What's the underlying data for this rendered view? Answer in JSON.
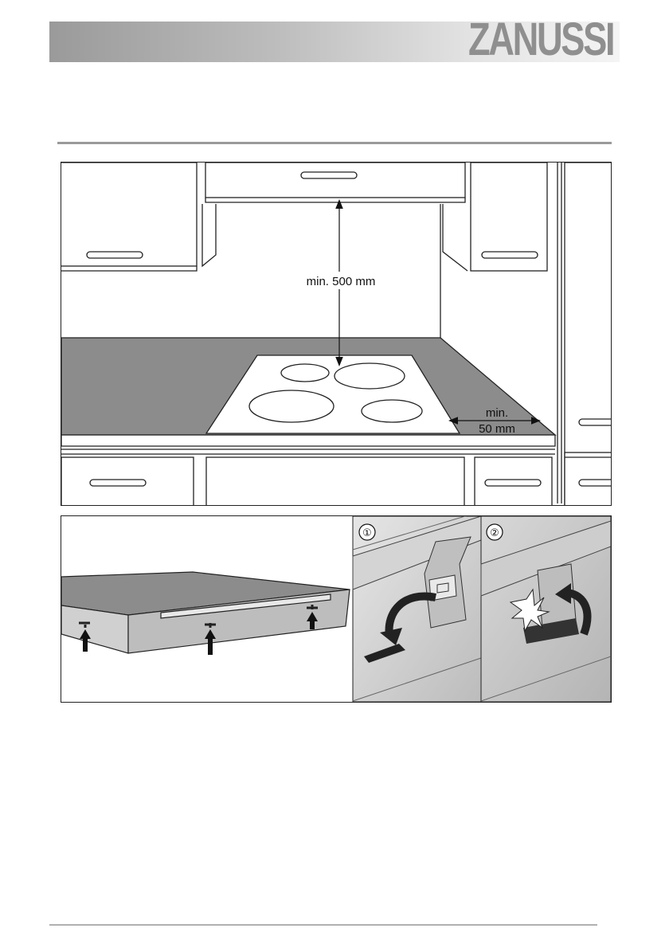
{
  "header": {
    "brand": "ZANUSSI"
  },
  "kitchen_figure": {
    "clearance_above_label": "min. 500 mm",
    "clearance_side_label_line1": "min.",
    "clearance_side_label_line2": "50 mm"
  },
  "install_figure": {
    "step1_label": "①",
    "step2_label": "②"
  },
  "colors": {
    "header_gradient_start": "#9a9a9a",
    "header_gradient_end": "#f4f4f4",
    "brand_text": "#8f8f8f",
    "worktop": "#8c8c8c",
    "line": "#222222"
  }
}
